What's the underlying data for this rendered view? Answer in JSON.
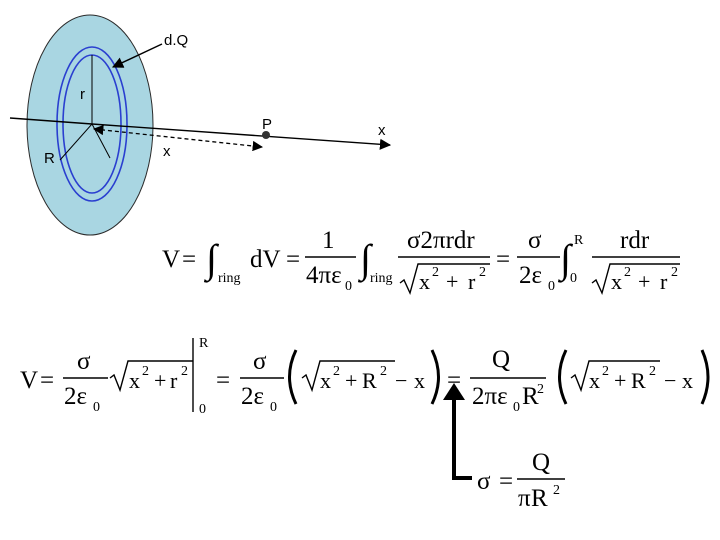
{
  "colors": {
    "disk_fill": "#a9d6e2",
    "disk_stroke": "#2a2a2a",
    "ring_stroke": "#2a3fd0",
    "ink": "#000000"
  },
  "diagram": {
    "label_dQ": "d.Q",
    "label_r": "r",
    "label_R": "R",
    "label_P": "P",
    "label_x_axis": "x",
    "label_x_distance": "x"
  },
  "equations": {
    "eq1": {
      "V": "V",
      "eq": "=",
      "integral": "∫",
      "ring": "ring",
      "dV": "dV",
      "one": "1",
      "four_pi_eps": "4πε",
      "zero": "0",
      "sigma_two_pi_rdr": "σ2πrdr",
      "sigma": "σ",
      "two_eps": "2ε",
      "upper_R": "R",
      "rdr": "rdr",
      "x": "x",
      "r": "r",
      "plus": "+",
      "sq": "2"
    },
    "eq2": {
      "V": "V",
      "eq": "=",
      "sigma": "σ",
      "two_eps": "2ε",
      "zero": "0",
      "x": "x",
      "r": "r",
      "R": "R",
      "plus": "+",
      "minus": "−",
      "sq": "2",
      "Q": "Q",
      "two_pi_eps": "2πε"
    },
    "eq3": {
      "sigma": "σ",
      "eq": "=",
      "Q": "Q",
      "pi": "π",
      "R": "R",
      "sq": "2"
    }
  }
}
